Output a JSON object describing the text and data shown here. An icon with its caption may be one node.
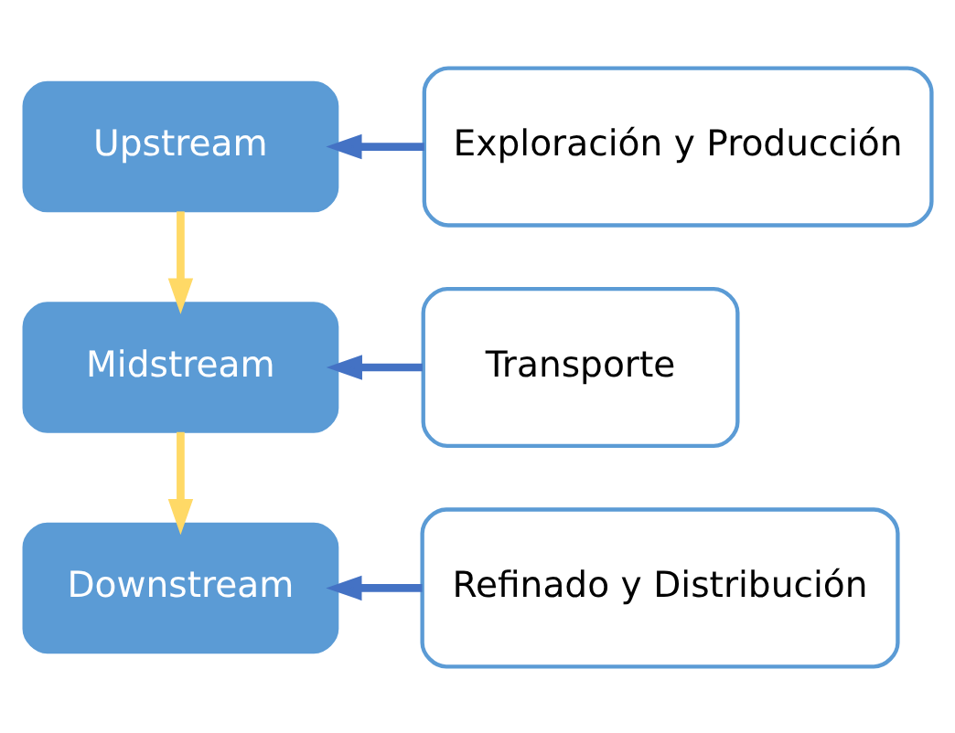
{
  "diagram": {
    "nodes": [
      {
        "text": [
          "Upstream"
        ]
      },
      {
        "text": [
          "Exploración y Producción"
        ]
      },
      {
        "text": [
          "Midstream"
        ]
      },
      {
        "text": [
          "Transporte"
        ]
      },
      {
        "text": [
          "Downstream"
        ]
      },
      {
        "text": [
          "Refinado y Distribución"
        ]
      }
    ],
    "edges": [
      {
        "from": 1,
        "to": 0,
        "arrow": "to"
      },
      {
        "from": 0,
        "to": 2,
        "arrow": "to",
        "color": "#ffd966"
      },
      {
        "from": 3,
        "to": 2,
        "arrow": "to"
      },
      {
        "from": 2,
        "to": 4,
        "arrow": "to",
        "color": "#ffd966"
      },
      {
        "from": 5,
        "to": 4,
        "arrow": "to"
      }
    ]
  }
}
